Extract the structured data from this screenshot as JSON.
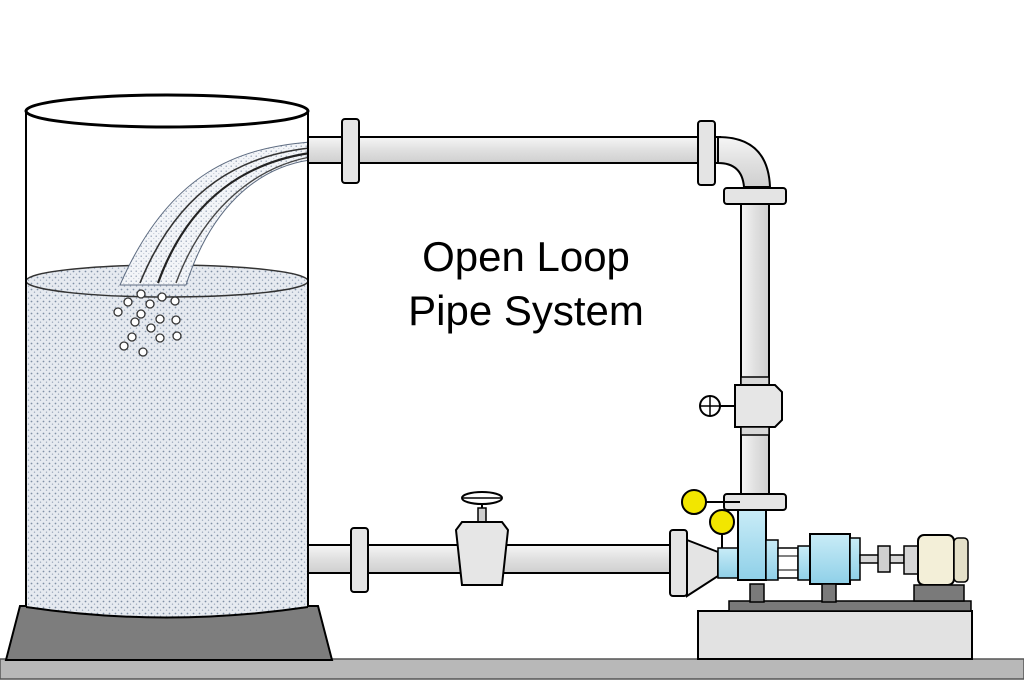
{
  "diagram": {
    "title_line1": "Open Loop",
    "title_line2": "Pipe System"
  },
  "colors": {
    "pipe": "#e2e2e2",
    "water": "#d6dde7",
    "tank_base": "#7a7a7a",
    "ground": "#b5b5b5",
    "pump_body": "#a8dcef",
    "gauge": "#f2e600",
    "motor": "#f3efd8"
  },
  "components": [
    "storage-tank",
    "return-pipe",
    "gate-valve",
    "centrifugal-pump",
    "pressure-gauge",
    "globe-valve",
    "motor",
    "water-discharge",
    "air-bubbles"
  ]
}
